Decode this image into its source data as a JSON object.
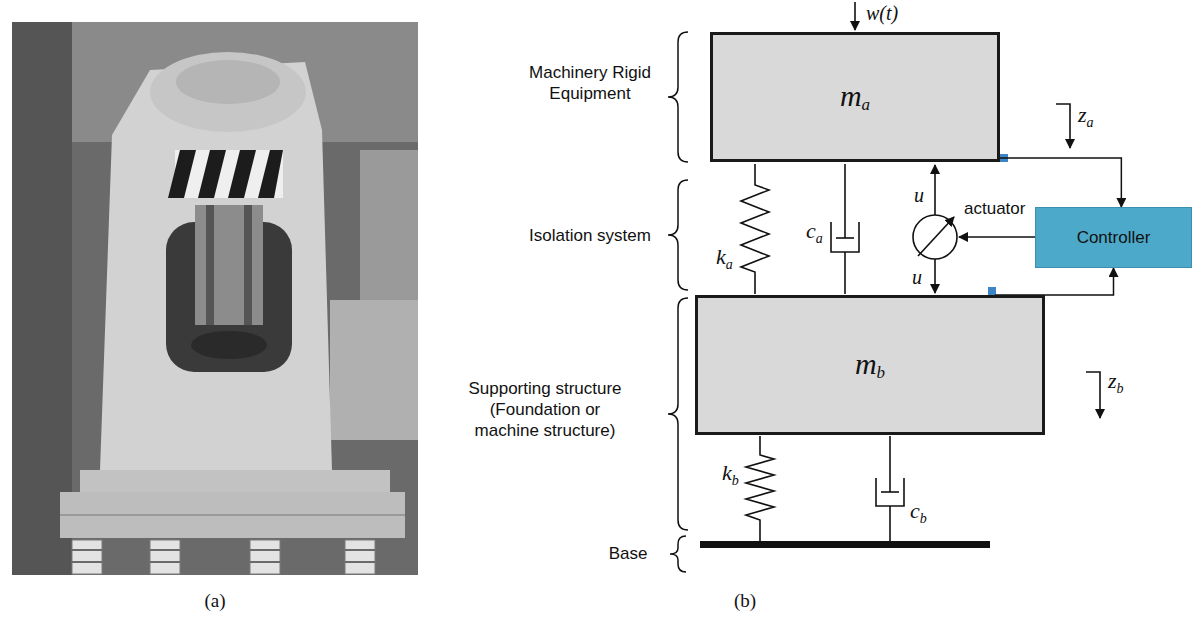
{
  "diagram": {
    "nodes": [
      {
        "text": [
          "ma"
        ]
      },
      {
        "text": [
          "Controller"
        ]
      },
      {
        "text": [
          "mb"
        ]
      }
    ],
    "edges": [
      {
        "from": 0,
        "to": 1,
        "arrow": "to"
      },
      {
        "from": 2,
        "to": 1,
        "arrow": "to"
      }
    ],
    "labels": [
      "w(t)",
      "Machinery Rigid Equipment",
      "za",
      "Isolation system",
      "ka",
      "ca",
      "u",
      "actuator",
      "u",
      "Supporting structure (Foundation or machine structure)",
      "zb",
      "kb",
      "cb",
      "Base",
      "(a)",
      "(b)"
    ]
  }
}
